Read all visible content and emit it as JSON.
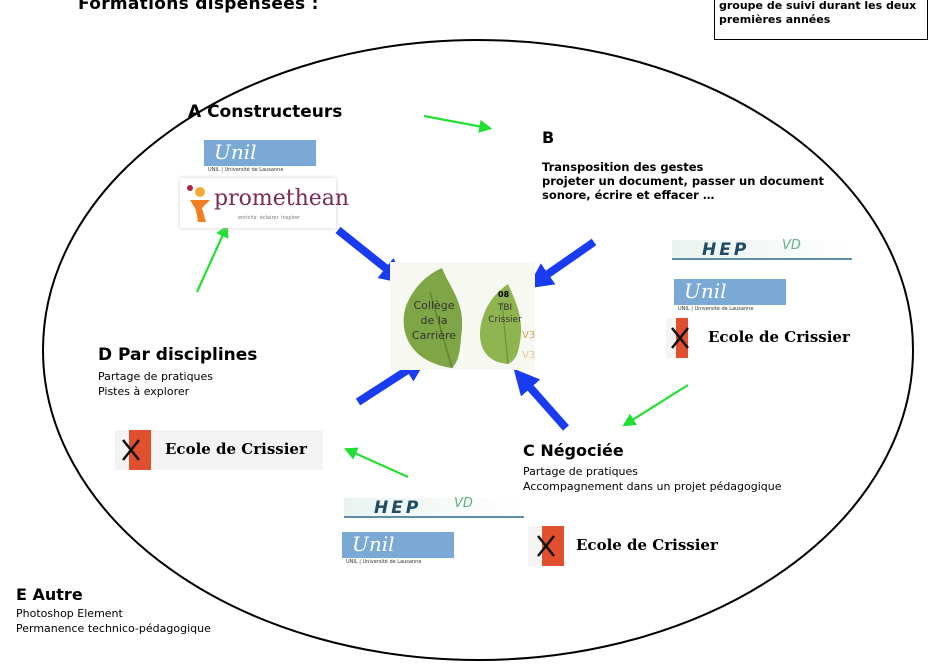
{
  "header": {
    "title": "Formations dispensées :",
    "note": "groupe de suivi durant les deux premières années"
  },
  "sections": {
    "a": {
      "title": "A Constructeurs"
    },
    "b": {
      "title": "B",
      "line1": "Transposition  des gestes",
      "line2": "projeter un document, passer un document sonore, écrire et effacer …"
    },
    "c": {
      "title": "C Négociée",
      "line1": "Partage de pratiques",
      "line2": "Accompagnement dans un projet pédagogique"
    },
    "d": {
      "title": "D Par disciplines",
      "line1": "Partage de pratiques",
      "line2": "Pistes à explorer"
    },
    "e": {
      "title": "E Autre",
      "line1": "Photoshop Element",
      "line2": "Permanence technico-pédagogique"
    }
  },
  "logos": {
    "unil": {
      "mark": "Unil",
      "subtitle": "UNIL | Université de Lausanne"
    },
    "hep": {
      "mark": "HEP",
      "suffix": "VD"
    },
    "promethean": {
      "name": "promethean",
      "tagline": "enrichir. éclairer. inspirer"
    },
    "ecole": {
      "name": "Ecole de Crissier"
    }
  },
  "center": {
    "leaf1": [
      "Collège",
      "de la",
      "Carrière"
    ],
    "leaf2": [
      "TBI",
      "Crissier"
    ],
    "tag_top": "08",
    "tag_v3": "V3"
  },
  "colors": {
    "blue_arrow": "#1a3cf0",
    "green_arrow": "#22e033",
    "leaf": "#7fa646"
  }
}
